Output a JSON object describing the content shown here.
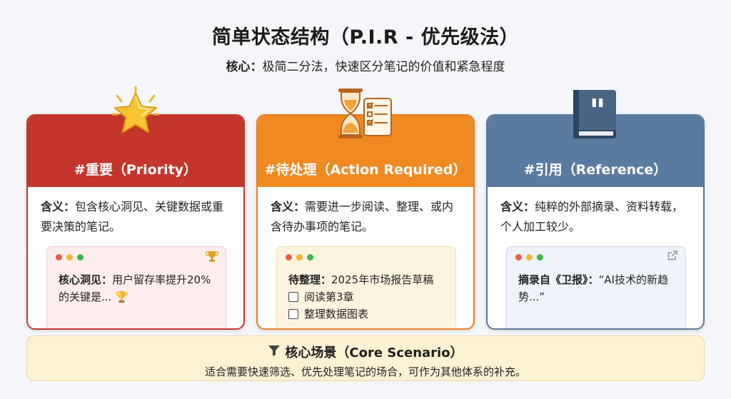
{
  "title": "简单状态结构（P.I.R - 优先级法）",
  "subtitle": {
    "label": "核心：",
    "text": "极简二分法，快速区分笔记的价值和紧急程度"
  },
  "cards": [
    {
      "heading": "#重要（Priority）",
      "icon": "star-icon",
      "color": "#c4362b",
      "desc_label": "含义：",
      "desc_text": "包含核心洞见、关键数据或重要决策的笔记。",
      "note_corner_icon": "trophy-icon",
      "note_label": "核心洞见：",
      "note_text": "用户留存率提升20%的关键是... 🏆"
    },
    {
      "heading": "#待处理（Action Required）",
      "icon": "hourglass-checklist-icon",
      "color": "#ef8a23",
      "desc_label": "含义：",
      "desc_text": "需要进一步阅读、整理、或内含待办事项的笔记。",
      "note_label": "待整理：",
      "note_text": "2025年市场报告草稿",
      "checklist": [
        "阅读第3章",
        "整理数据图表"
      ]
    },
    {
      "heading": "#引用（Reference）",
      "icon": "quote-book-icon",
      "color": "#5b7aa0",
      "desc_label": "含义：",
      "desc_text": "纯粹的外部摘录、资料转载，个人加工较少。",
      "note_corner_icon": "external-link-icon",
      "note_label": "摘录自《卫报》：",
      "note_text": "“AI技术的新趋势...”"
    }
  ],
  "banner": {
    "icon": "filter-icon",
    "title": "核心场景（Core Scenario）",
    "text": "适合需要快速筛选、优先处理笔记的场合，可作为其他体系的补充。"
  }
}
